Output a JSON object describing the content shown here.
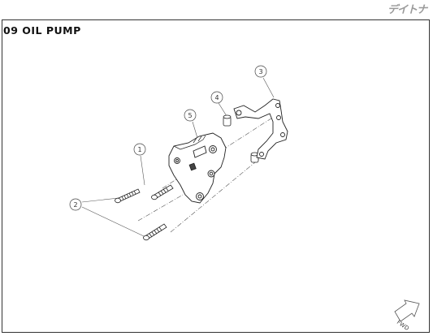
{
  "header": {
    "brand_logo_text": "デイトナ",
    "title": "09 OIL PUMP"
  },
  "callouts": [
    {
      "id": "1",
      "label": "1"
    },
    {
      "id": "2",
      "label": "2"
    },
    {
      "id": "3",
      "label": "3"
    },
    {
      "id": "4",
      "label": "4"
    },
    {
      "id": "5",
      "label": "5"
    }
  ],
  "fwd_indicator": {
    "label": "FWD"
  }
}
